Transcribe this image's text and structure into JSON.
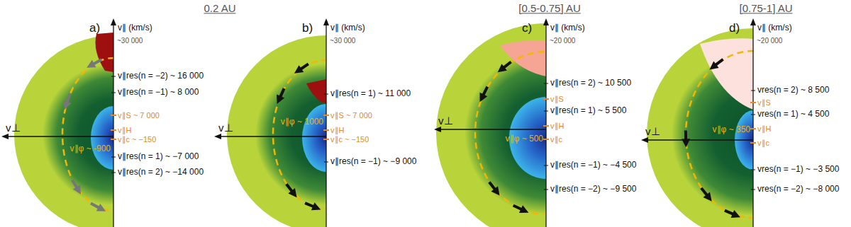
{
  "diagram": {
    "labels": [
      "0.2 AU",
      "[0.5-0.75] AU",
      "[0.75-1] AU",
      "a)",
      "v∥ (km/s)",
      "~30 000",
      "v∥res(n = −2) ~ 16 000",
      "v∥res(n = −1) ~ 8 000",
      "v∥S ~ 7 000",
      "v∥H",
      "v∥c ~ −150",
      "v∥φ ~ -900",
      "v∥res(n = 1) ~ −7 000",
      "v∥res(n = 2) ~ −14 000",
      "v⊥",
      "b)",
      "v∥ (km/s)",
      "~30 000",
      "v∥res(n = 1) ~ 11 000",
      "v∥S ~ 7 000",
      "v∥φ ~ 1000",
      "v∥H",
      "v∥c ~ −150",
      "v∥res(n = −1) ~ −9 000",
      "v⊥",
      "c)",
      "v∥ (km/s)",
      "~20 000",
      "v∥res(n = 2) ~ 10 500",
      "v∥S",
      "v∥res(n = 1) ~ 5 500",
      "v∥φ ~ 500",
      "v∥H",
      "v∥c",
      "v∥res(n = −1) ~ −4 500",
      "v∥res(n = −2) ~ −9 500",
      "v⊥",
      "d)",
      "v∥ (km/s)",
      "~20 000",
      "vres(n = 2) ~ 8 500",
      "v∥S",
      "vres(n = 1) ~ 4 500",
      "v∥φ ~ 350",
      "v∥H",
      "v∥c",
      "vres(n = −1) ~ −3 500",
      "vres(n = −2) ~ −8 000",
      "v⊥"
    ]
  }
}
